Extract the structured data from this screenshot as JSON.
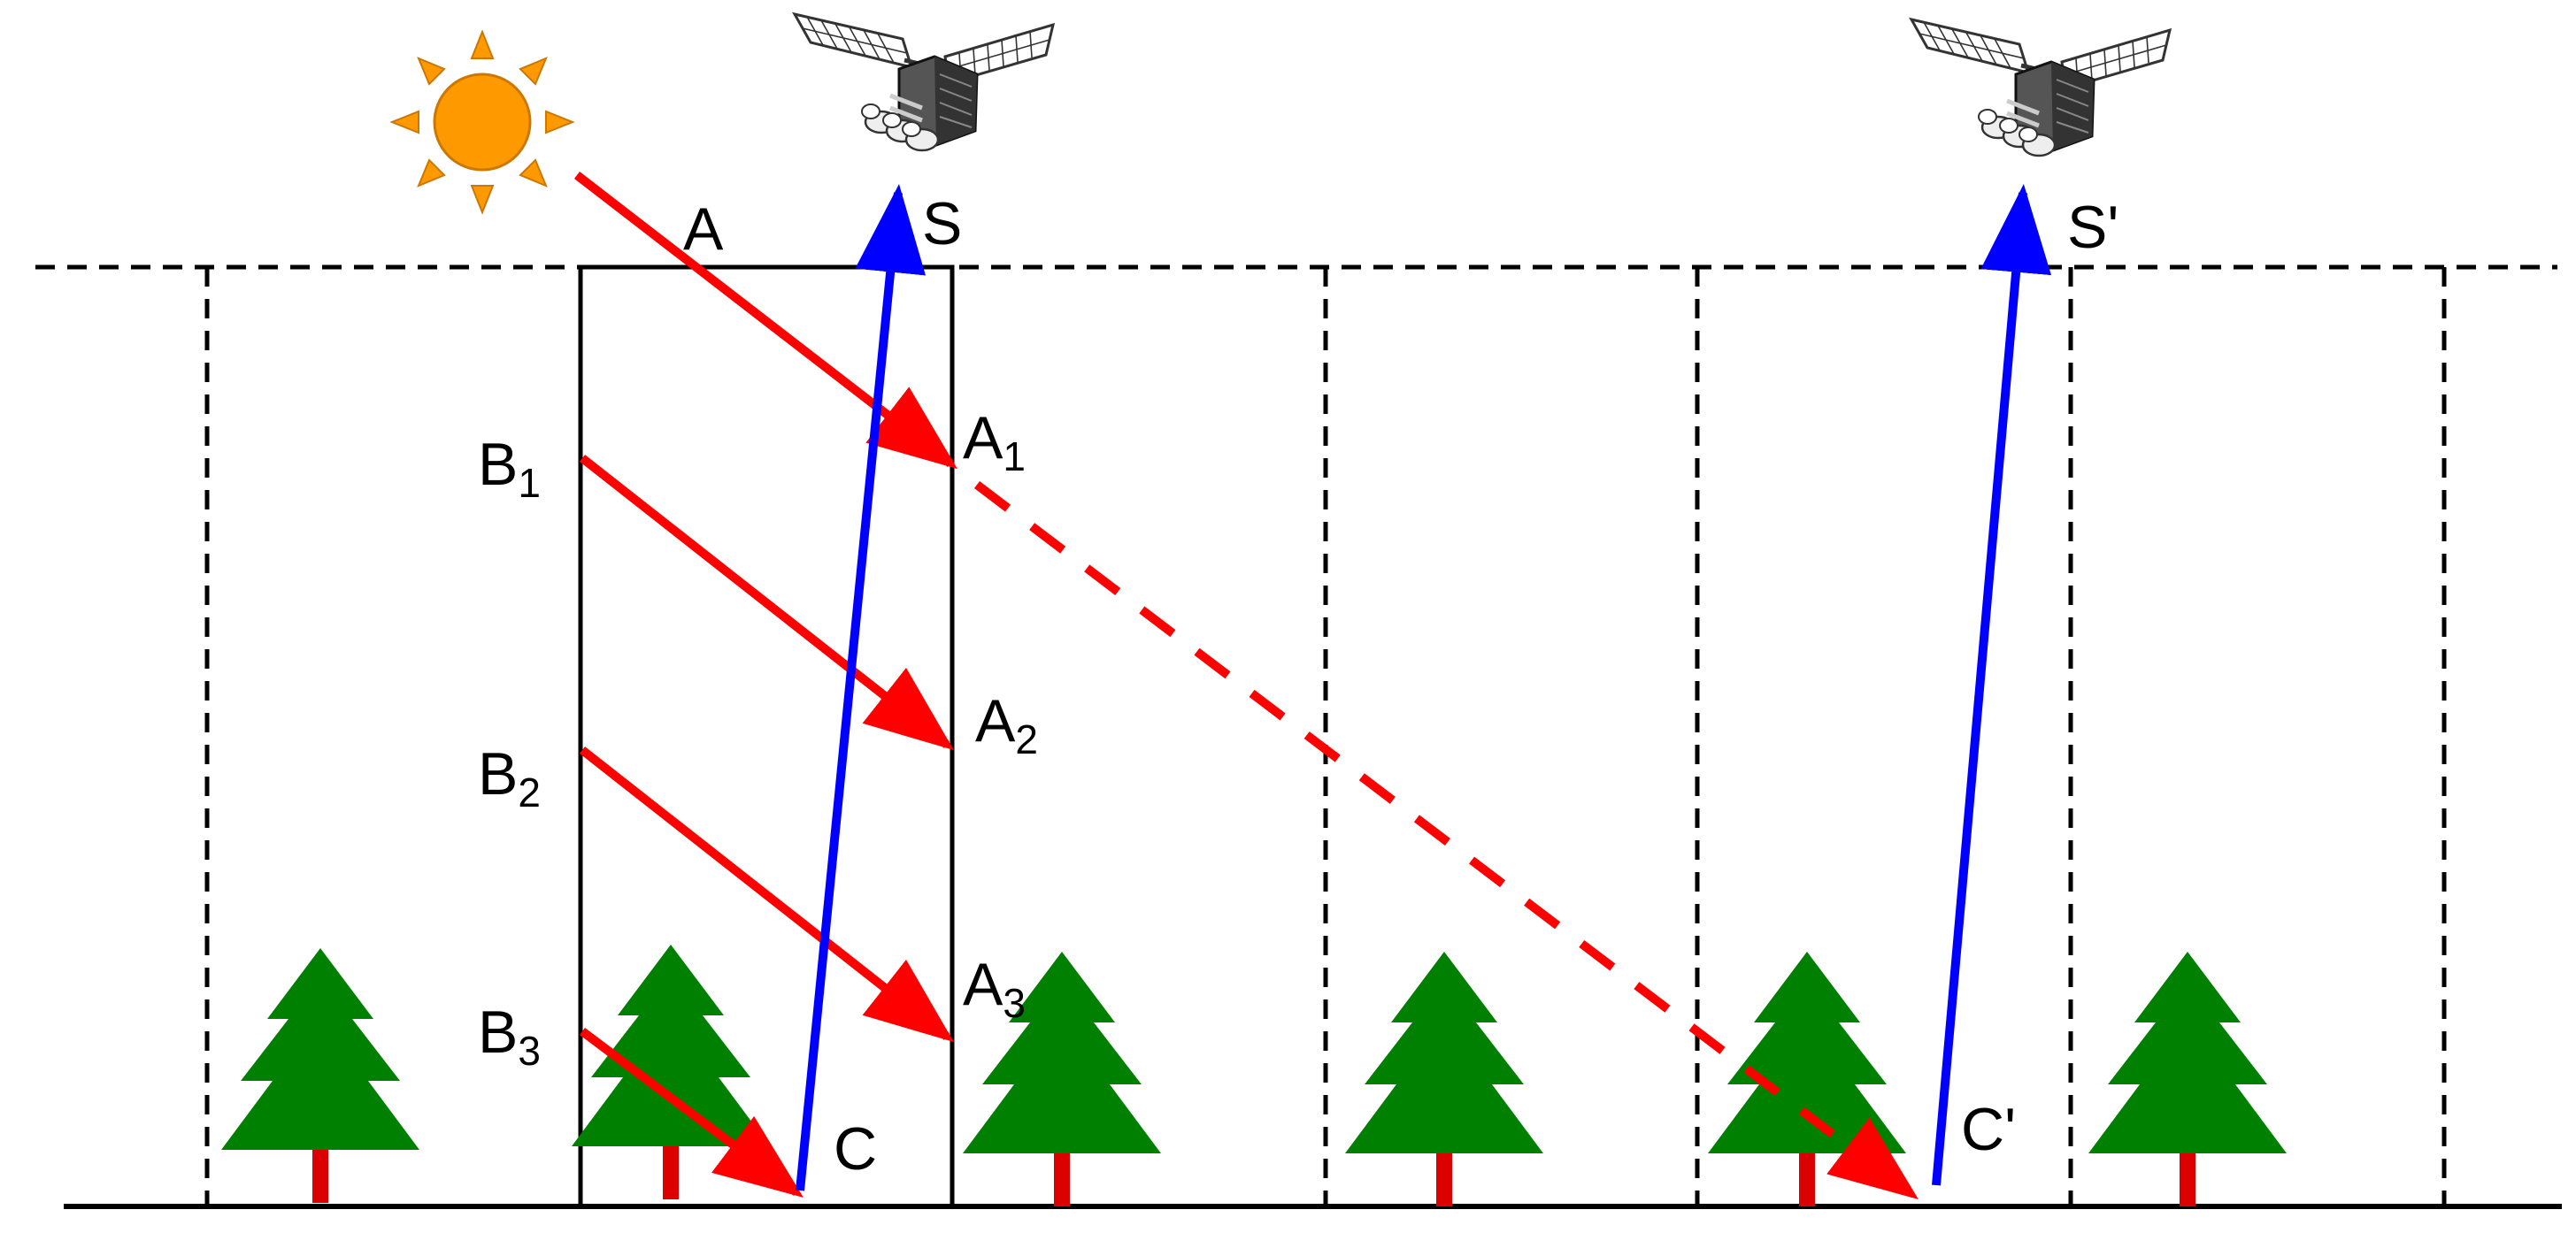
{
  "labels": {
    "A": "A",
    "A1": {
      "main": "A",
      "sub": "1"
    },
    "A2": {
      "main": "A",
      "sub": "2"
    },
    "A3": {
      "main": "A",
      "sub": "3"
    },
    "B1": {
      "main": "B",
      "sub": "1"
    },
    "B2": {
      "main": "B",
      "sub": "2"
    },
    "B3": {
      "main": "B",
      "sub": "3"
    },
    "C": "C",
    "C_prime": "C'",
    "S": "S",
    "S_prime": "S'"
  },
  "colors": {
    "sun_ray": "#ff0000",
    "satellite_view": "#0000ff",
    "tree_foliage": "#008000",
    "tree_trunk": "#dd0000",
    "sun": "#ff9900",
    "lines": "#000000"
  },
  "icons": {
    "sun": "sun-icon",
    "satellite": "satellite-icon",
    "tree": "tree-icon"
  }
}
